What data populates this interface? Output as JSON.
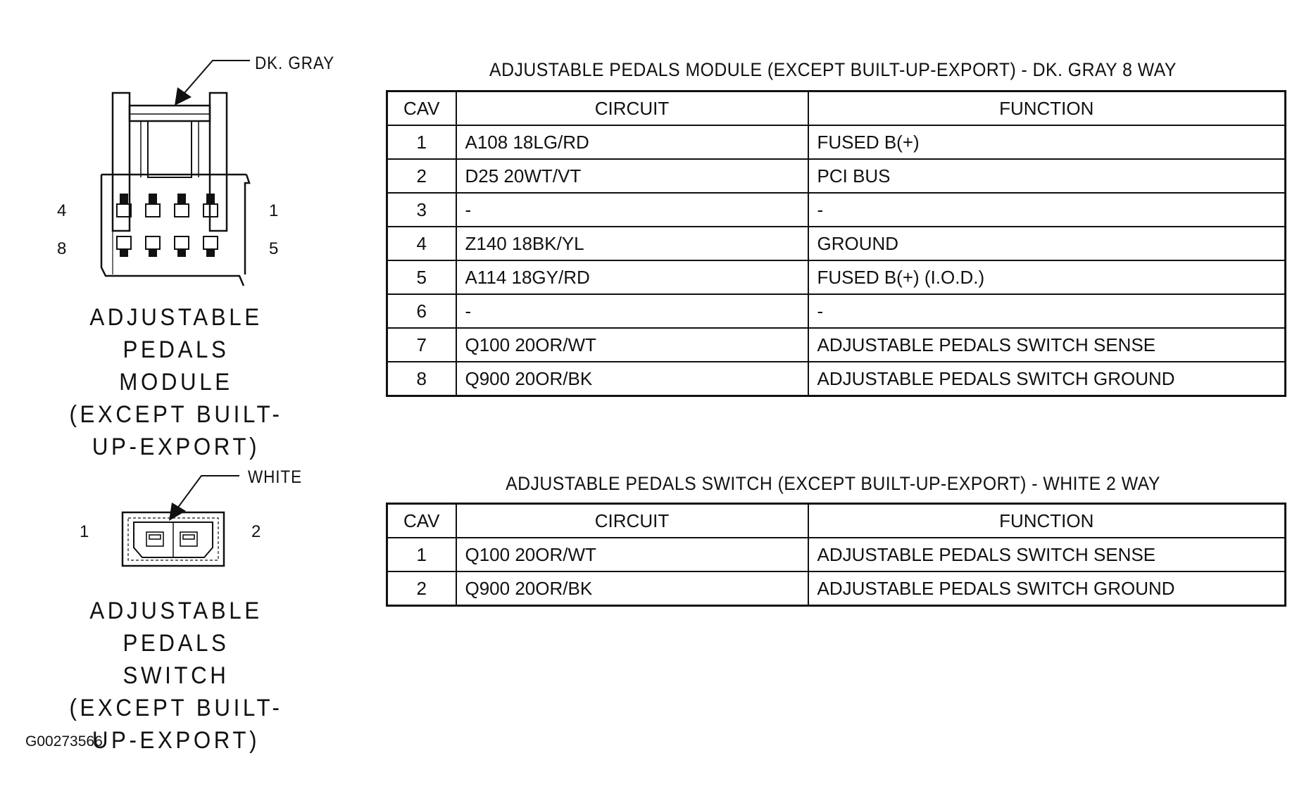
{
  "module_connector": {
    "callout": "DK. GRAY",
    "pins": {
      "top_left": "4",
      "top_right": "1",
      "bottom_left": "8",
      "bottom_right": "5"
    },
    "name_lines": [
      "ADJUSTABLE PEDALS",
      "MODULE",
      "(EXCEPT BUILT-",
      "UP-EXPORT)"
    ]
  },
  "switch_connector": {
    "callout": "WHITE",
    "pins": {
      "left": "1",
      "right": "2"
    },
    "name_lines": [
      "ADJUSTABLE PEDALS",
      "SWITCH",
      "(EXCEPT BUILT-",
      "UP-EXPORT)"
    ]
  },
  "module_table": {
    "title": "ADJUSTABLE PEDALS MODULE (EXCEPT BUILT-UP-EXPORT) - DK. GRAY 8 WAY",
    "headers": [
      "CAV",
      "CIRCUIT",
      "FUNCTION"
    ],
    "rows": [
      {
        "cav": "1",
        "circuit": "A108 18LG/RD",
        "function": "FUSED B(+)"
      },
      {
        "cav": "2",
        "circuit": "D25 20WT/VT",
        "function": "PCI BUS"
      },
      {
        "cav": "3",
        "circuit": "-",
        "function": "-"
      },
      {
        "cav": "4",
        "circuit": "Z140 18BK/YL",
        "function": "GROUND"
      },
      {
        "cav": "5",
        "circuit": "A114 18GY/RD",
        "function": "FUSED B(+) (I.O.D.)"
      },
      {
        "cav": "6",
        "circuit": "-",
        "function": "-"
      },
      {
        "cav": "7",
        "circuit": "Q100 20OR/WT",
        "function": "ADJUSTABLE PEDALS SWITCH SENSE"
      },
      {
        "cav": "8",
        "circuit": "Q900 20OR/BK",
        "function": "ADJUSTABLE PEDALS SWITCH GROUND"
      }
    ]
  },
  "switch_table": {
    "title": "ADJUSTABLE PEDALS SWITCH (EXCEPT BUILT-UP-EXPORT) - WHITE 2 WAY",
    "headers": [
      "CAV",
      "CIRCUIT",
      "FUNCTION"
    ],
    "rows": [
      {
        "cav": "1",
        "circuit": "Q100 20OR/WT",
        "function": "ADJUSTABLE PEDALS SWITCH SENSE"
      },
      {
        "cav": "2",
        "circuit": "Q900 20OR/BK",
        "function": "ADJUSTABLE PEDALS SWITCH GROUND"
      }
    ]
  },
  "figure_id": "G00273566"
}
